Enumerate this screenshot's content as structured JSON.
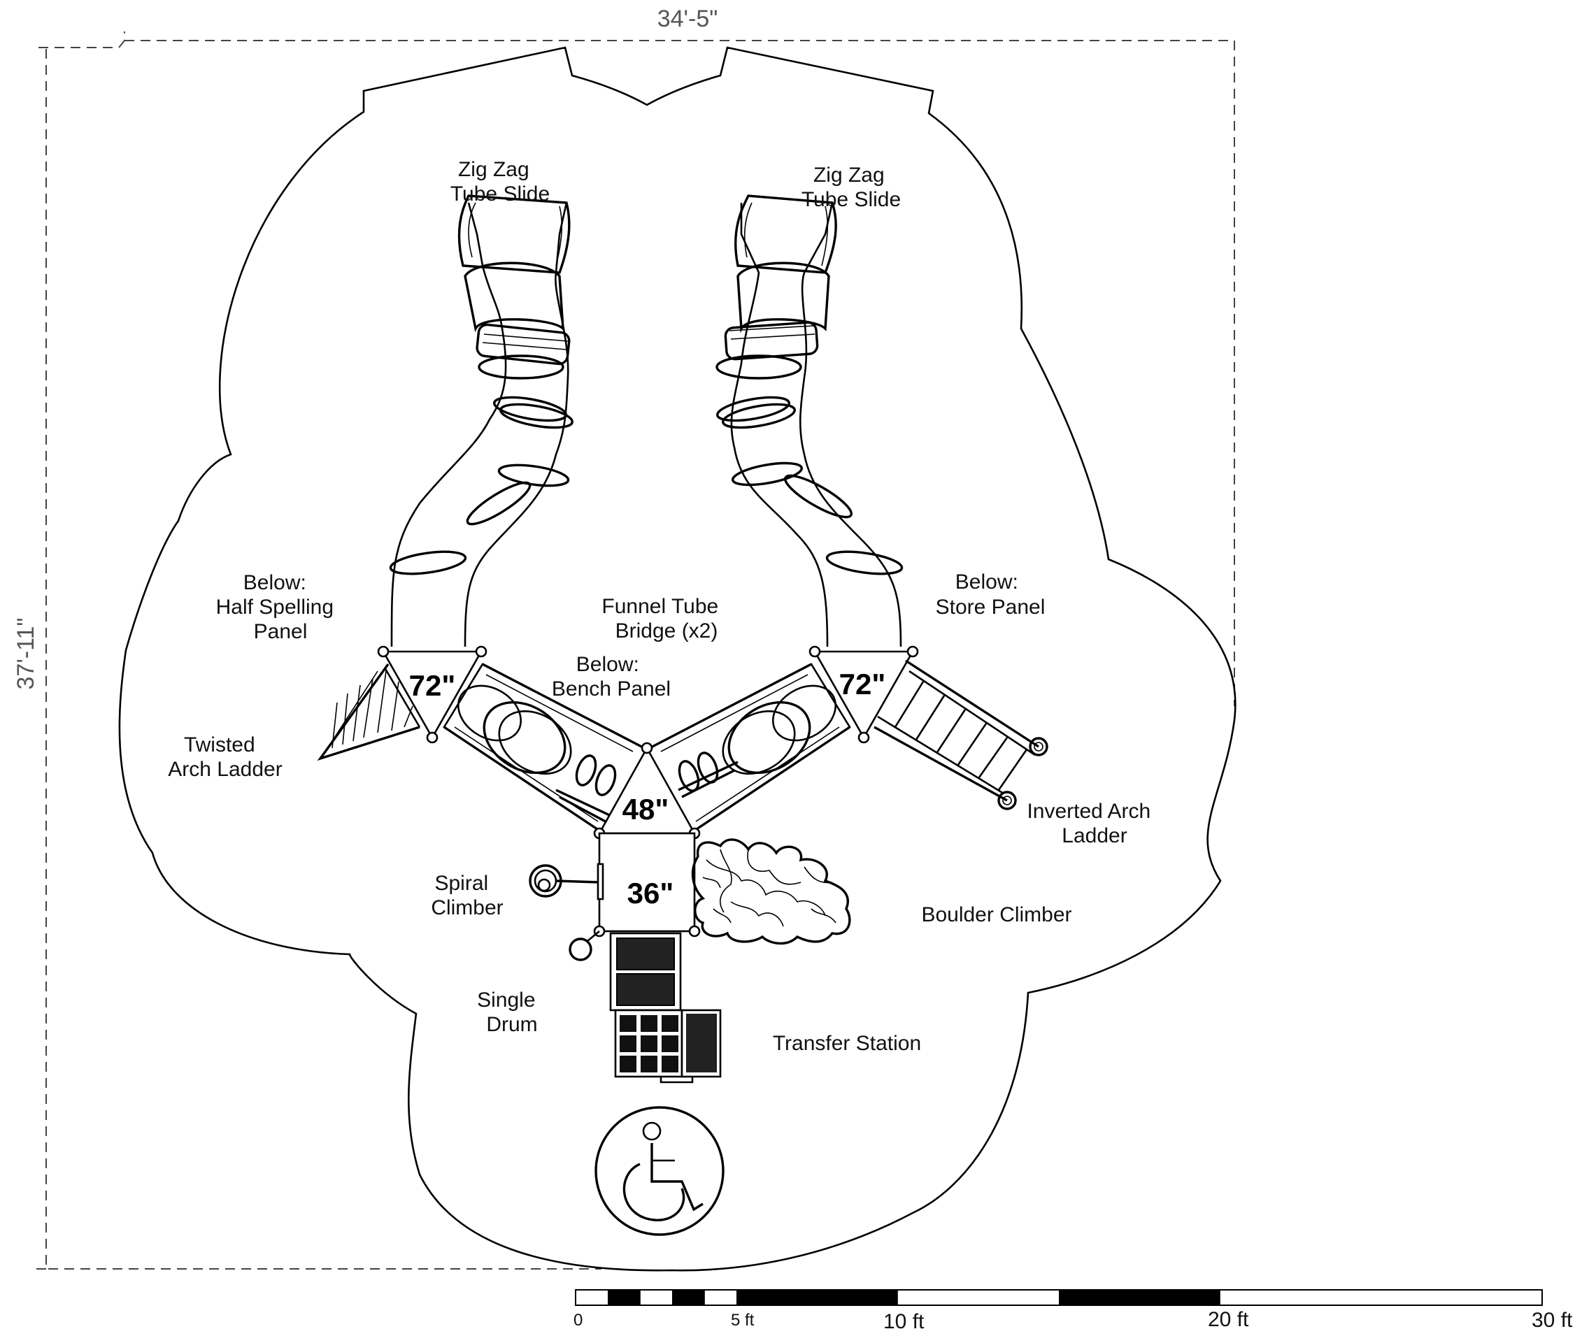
{
  "dimensions": {
    "width": "34'-5\"",
    "height": "37'-11\""
  },
  "labels": {
    "zigzag_left": [
      "Zig Zag",
      "Tube Slide"
    ],
    "zigzag_right": [
      "Zig Zag",
      "Tube Slide"
    ],
    "half_spelling": [
      "Below:",
      "Half Spelling",
      "Panel"
    ],
    "funnel_bridge": [
      "Funnel Tube",
      "Bridge (x2)"
    ],
    "bench_panel": [
      "Below:",
      "Bench Panel"
    ],
    "store_panel": [
      "Below:",
      "Store Panel"
    ],
    "twisted_ladder": [
      "Twisted",
      "Arch Ladder"
    ],
    "inverted_ladder": [
      "Inverted Arch",
      "Ladder"
    ],
    "spiral_climber": [
      "Spiral",
      "Climber"
    ],
    "boulder_climber": "Boulder Climber",
    "single_drum": [
      "Single",
      "Drum"
    ],
    "transfer_station": "Transfer Station"
  },
  "decks": {
    "left": "72\"",
    "right": "72\"",
    "center": "48\"",
    "lower": "36\""
  },
  "scale_bar": {
    "labels_small": [
      "0",
      "5 ft"
    ],
    "labels_large": [
      "10 ft",
      "20 ft",
      "30 ft"
    ]
  },
  "icons": [
    "accessibility-icon"
  ]
}
